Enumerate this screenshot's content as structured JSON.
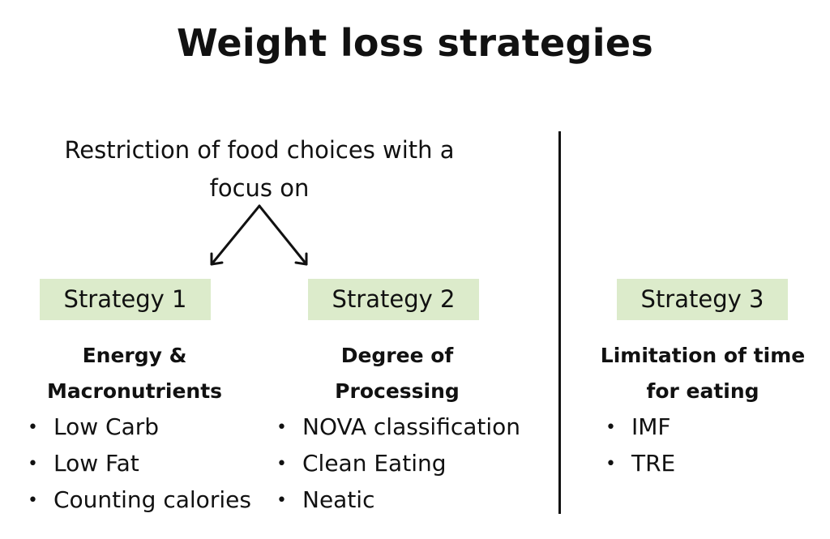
{
  "title": "Weight loss strategies",
  "subtitle": {
    "line1": "Restriction of food choices with a",
    "line2": "focus on"
  },
  "bullet_char": "•",
  "colors": {
    "badge_background": "#dcebcb",
    "text": "#111111"
  },
  "strategies": [
    {
      "label": "Strategy 1",
      "heading_line1": "Energy &",
      "heading_line2": "Macronutrients",
      "items": [
        "Low Carb",
        "Low Fat",
        "Counting calories"
      ]
    },
    {
      "label": "Strategy 2",
      "heading_line1": "Degree of",
      "heading_line2": "Processing",
      "items": [
        "NOVA classification",
        "Clean Eating",
        "Neatic"
      ]
    },
    {
      "label": "Strategy 3",
      "heading_line1": "Limitation of time",
      "heading_line2": "for eating",
      "items": [
        "IMF",
        "TRE"
      ]
    }
  ]
}
